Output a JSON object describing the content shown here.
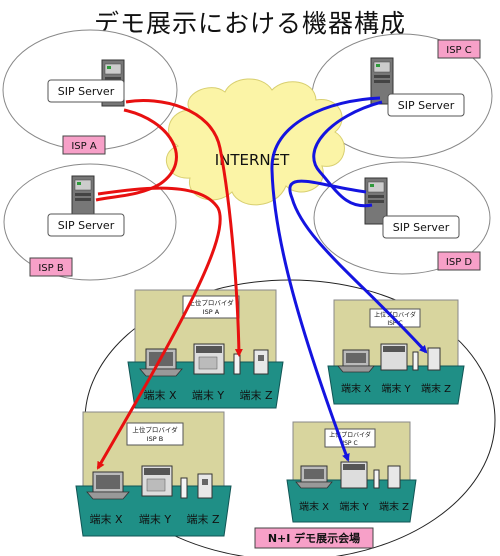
{
  "title": "デモ展示における機器構成",
  "cloud_label": "INTERNET",
  "venue_label": "N+I デモ展示会場",
  "isps": [
    {
      "tag": "ISP A",
      "server_label": "SIP Server"
    },
    {
      "tag": "ISP B",
      "server_label": "SIP Server"
    },
    {
      "tag": "ISP C",
      "server_label": "SIP Server"
    },
    {
      "tag": "ISP D",
      "server_label": "SIP Server"
    }
  ],
  "booths": [
    {
      "sign": [
        "上位プロバイダ",
        "ISP A"
      ],
      "terminals": [
        "端末 X",
        "端末 Y",
        "端末 Z"
      ]
    },
    {
      "sign": [
        "上位プロバイダ",
        "ISP C"
      ],
      "terminals": [
        "端末 X",
        "端末 Y",
        "端末 Z"
      ]
    },
    {
      "sign": [
        "上位プロバイダ",
        "ISP B"
      ],
      "terminals": [
        "端末 X",
        "端末 Y",
        "端末 Z"
      ]
    },
    {
      "sign": [
        "上位プロバイダ",
        "ISP C"
      ],
      "terminals": [
        "端末 X",
        "端末 Y",
        "端末 Z"
      ]
    }
  ],
  "colors": {
    "isp_tag_fill": "#f7a0c8",
    "cloud_fill": "#fbf4a6",
    "booth_wall": "#d8d59e",
    "booth_floor": "#1f8f86",
    "red_link": "#e81010",
    "blue_link": "#1414e0"
  }
}
